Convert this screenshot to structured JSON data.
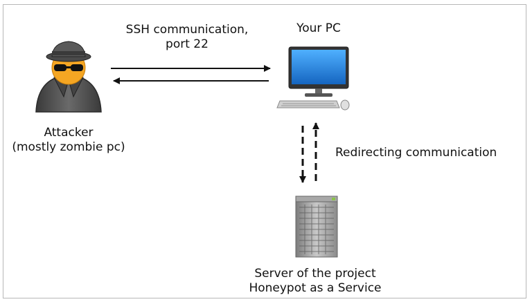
{
  "diagram": {
    "ssh_label_line1": "SSH communication,",
    "ssh_label_line2": "port 22",
    "pc_label": "Your PC",
    "attacker_label_line1": "Attacker",
    "attacker_label_line2": "(mostly zombie pc)",
    "redirect_label": "Redirecting communication",
    "server_label_line1": "Server of the project",
    "server_label_line2": "Honeypot as a Service"
  },
  "icons": {
    "attacker": "attacker-icon",
    "pc": "desktop-computer-icon",
    "server": "server-icon"
  },
  "colors": {
    "screen_blue": "#1e88e5",
    "skin": "#f5a623",
    "coat": "#555555",
    "server_gray": "#9e9e9e"
  }
}
